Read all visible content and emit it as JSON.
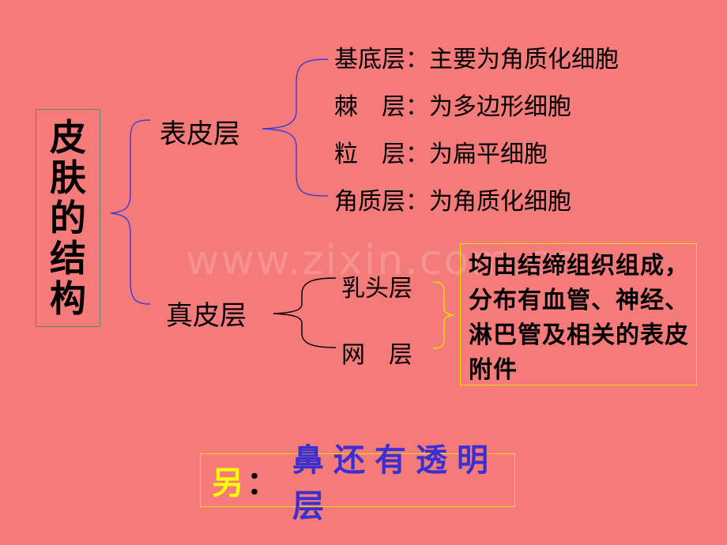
{
  "root": {
    "label": "皮肤的结构"
  },
  "epidermis": {
    "label": "表皮层",
    "layers": [
      {
        "name": "基底层",
        "desc": "：主要为角质化细胞"
      },
      {
        "name": "棘　层",
        "desc": "：为多边形细胞"
      },
      {
        "name": "粒　层",
        "desc": "：为扁平细胞"
      },
      {
        "name": "角质层",
        "desc": "：为角质化细胞"
      }
    ]
  },
  "dermis": {
    "label": "真皮层",
    "layers": [
      {
        "name": "乳头层"
      },
      {
        "name": "网　层"
      }
    ],
    "note": "均由结缔组织组成，分布有血管、神经、淋巴管及相关的表皮附件"
  },
  "footer": {
    "label": "另",
    "colon": "：",
    "text": "鼻还有透明层"
  },
  "watermark": "www.zixin.com.cn",
  "colors": {
    "background": "#f57a7a",
    "bracket": "#3b3bd6",
    "highlight_border": "#e8e000",
    "footer_label": "#ffff00",
    "footer_text": "#3a2fd0"
  }
}
